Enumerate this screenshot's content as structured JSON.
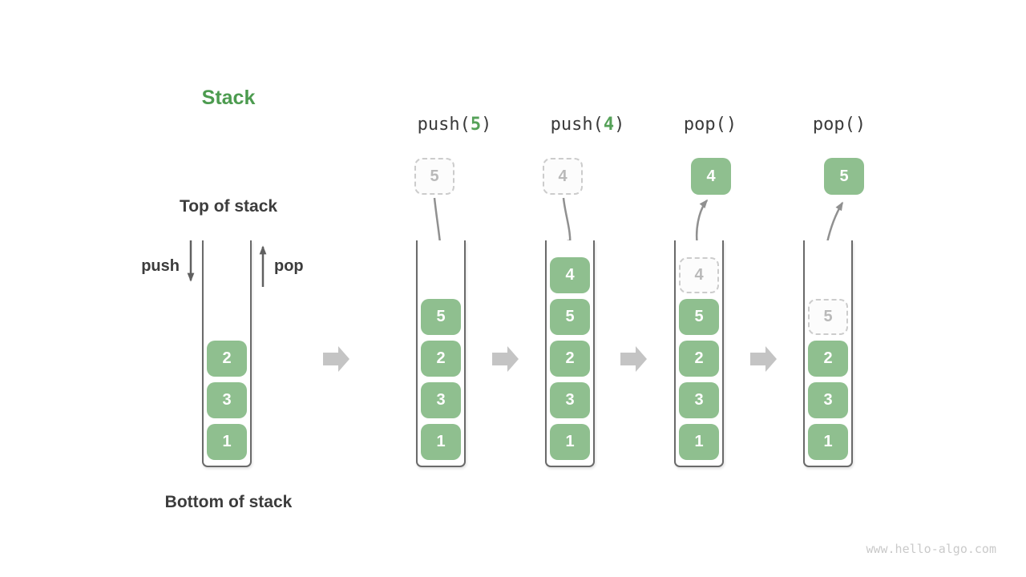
{
  "title": "Stack",
  "labels": {
    "top_of_stack": "Top of stack",
    "bottom_of_stack": "Bottom of stack",
    "push": "push",
    "pop": "pop"
  },
  "watermark": "www.hello-algo.com",
  "colors": {
    "item_green": "#8FBF8F",
    "title_green": "#4C9B4F",
    "arg_green": "#55A158",
    "curve_arrow_gray": "#909090",
    "straight_arrow_gray": "#606060",
    "block_arrow_gray": "#C4C4C4",
    "ghost_border": "#CCCCCC",
    "ghost_text": "#B9B9B9",
    "label_dark": "#3C3C3C",
    "wall_gray": "#6A6A6A"
  },
  "stages": [
    {
      "name": "initial",
      "items": [
        {
          "value": "1",
          "style": "solid"
        },
        {
          "value": "3",
          "style": "solid"
        },
        {
          "value": "2",
          "style": "solid"
        }
      ]
    },
    {
      "name": "push-5",
      "op": {
        "pre": "push(",
        "arg": "5",
        "post": ")"
      },
      "float_item": {
        "value": "5",
        "style": "ghost"
      },
      "items": [
        {
          "value": "1",
          "style": "solid"
        },
        {
          "value": "3",
          "style": "solid"
        },
        {
          "value": "2",
          "style": "solid"
        },
        {
          "value": "5",
          "style": "solid"
        }
      ]
    },
    {
      "name": "push-4",
      "op": {
        "pre": "push(",
        "arg": "4",
        "post": ")"
      },
      "float_item": {
        "value": "4",
        "style": "ghost"
      },
      "items": [
        {
          "value": "1",
          "style": "solid"
        },
        {
          "value": "3",
          "style": "solid"
        },
        {
          "value": "2",
          "style": "solid"
        },
        {
          "value": "5",
          "style": "solid"
        },
        {
          "value": "4",
          "style": "solid"
        }
      ]
    },
    {
      "name": "pop-4",
      "op": {
        "pre": "pop()",
        "arg": "",
        "post": ""
      },
      "float_item": {
        "value": "4",
        "style": "solid"
      },
      "items": [
        {
          "value": "1",
          "style": "solid"
        },
        {
          "value": "3",
          "style": "solid"
        },
        {
          "value": "2",
          "style": "solid"
        },
        {
          "value": "5",
          "style": "solid"
        },
        {
          "value": "4",
          "style": "ghost"
        }
      ]
    },
    {
      "name": "pop-5",
      "op": {
        "pre": "pop()",
        "arg": "",
        "post": ""
      },
      "float_item": {
        "value": "5",
        "style": "solid"
      },
      "items": [
        {
          "value": "1",
          "style": "solid"
        },
        {
          "value": "3",
          "style": "solid"
        },
        {
          "value": "2",
          "style": "solid"
        },
        {
          "value": "5",
          "style": "ghost"
        }
      ]
    }
  ]
}
